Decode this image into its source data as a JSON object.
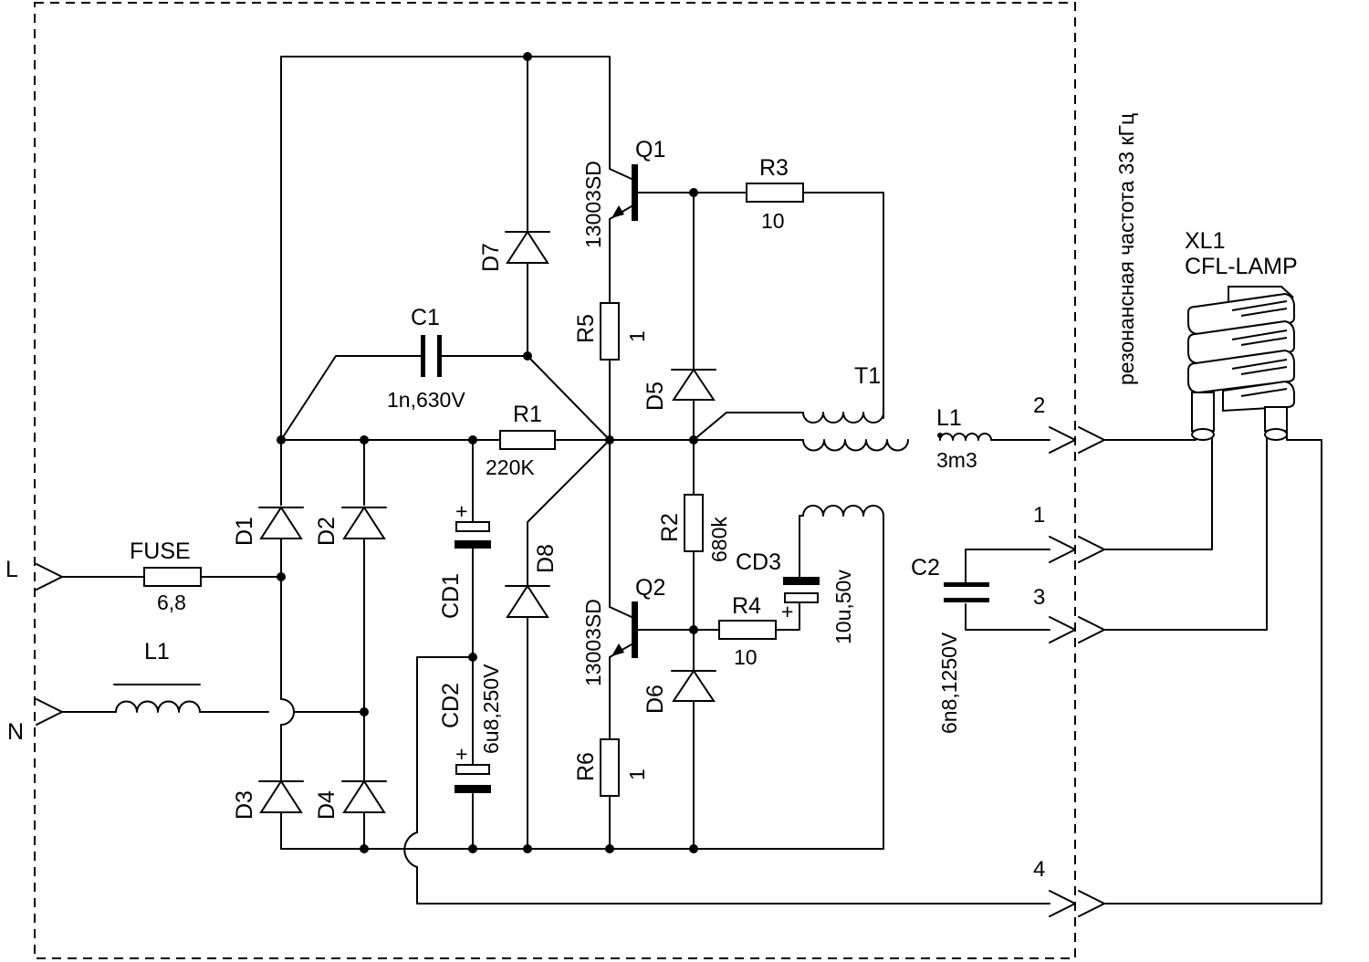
{
  "inputs": {
    "line": "L",
    "neutral": "N"
  },
  "fuse": {
    "name": "FUSE",
    "value": "6,8"
  },
  "input_choke": {
    "name": "L1"
  },
  "bridge": {
    "d1": "D1",
    "d2": "D2",
    "d3": "D3",
    "d4": "D4"
  },
  "cap_c1": {
    "name": "C1",
    "value": "1n,630V"
  },
  "res_r1": {
    "name": "R1",
    "value": "220K"
  },
  "diode_d7": "D7",
  "diode_d8": "D8",
  "elcap_cd1": {
    "name": "CD1"
  },
  "elcap_cd2": {
    "name": "CD2",
    "value": "6u8,250V"
  },
  "transistor_q1": {
    "name": "Q1",
    "part": "13003SD"
  },
  "transistor_q2": {
    "name": "Q2",
    "part": "13003SD"
  },
  "res_r3": {
    "name": "R3",
    "value": "10"
  },
  "res_r5": {
    "name": "R5",
    "value": "1"
  },
  "res_r6": {
    "name": "R6",
    "value": "1"
  },
  "res_r2": {
    "name": "R2",
    "value": "680k"
  },
  "res_r4": {
    "name": "R4",
    "value": "10"
  },
  "diode_d5": "D5",
  "diode_d6": "D6",
  "elcap_cd3": {
    "name": "CD3",
    "value": "10u,50v"
  },
  "transformer_t1": {
    "name": "T1"
  },
  "ballast_l1": {
    "name": "L1",
    "value": "3m3"
  },
  "cap_c2": {
    "name": "C2",
    "value": "6n8,1250V"
  },
  "lamp_xl1": {
    "name": "XL1",
    "type": "CFL-LAMP"
  },
  "connectors": {
    "pin1": "1",
    "pin2": "2",
    "pin3": "3",
    "pin4": "4"
  },
  "note": "резонансная частота 33 кГц",
  "plus_sign": "+"
}
